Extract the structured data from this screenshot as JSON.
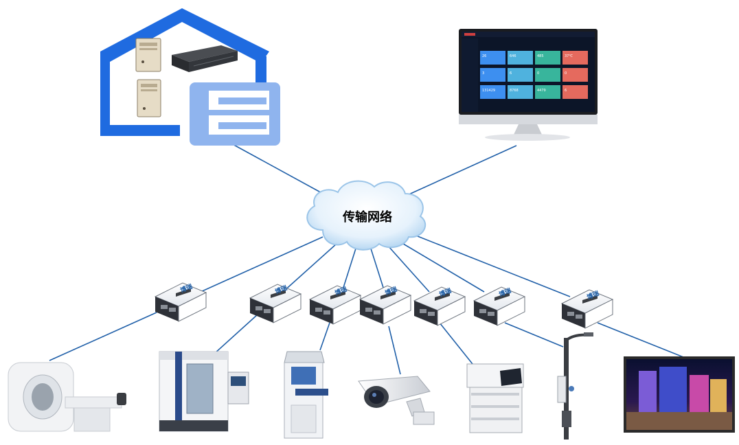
{
  "network": {
    "label": "传输网络"
  },
  "monitor": {
    "row1": [
      "26",
      "646",
      "485",
      "37℃"
    ],
    "row2": [
      "3",
      "6",
      "0",
      "0"
    ],
    "row3": [
      "131429",
      "8768",
      "4479",
      "6"
    ]
  },
  "gateway": {
    "brand": "博瑞"
  },
  "colors": {
    "house": "#1f6be0",
    "house_light": "#8fb4ee",
    "line": "#1f5fa8",
    "cloud_light": "#e8f3fc",
    "cloud_edge": "#9ac4e8",
    "tile_blue": "#3d8ff0",
    "tile_cyan": "#4fb2de",
    "tile_teal": "#38b59c",
    "tile_red": "#e56a5e"
  }
}
